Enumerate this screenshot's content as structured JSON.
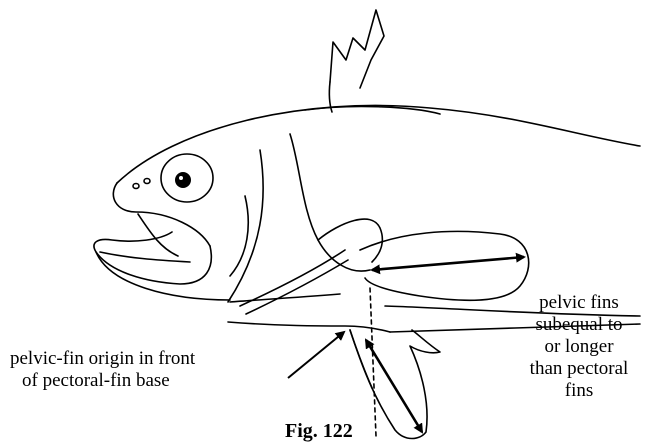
{
  "labels": {
    "pelvic_fins_line1": "pelvic fins",
    "pelvic_fins_line2": "subequal to",
    "pelvic_fins_line3": "or longer",
    "pelvic_fins_line4": "than pectoral",
    "pelvic_fins_line5": "fins",
    "origin_line1": "pelvic-fin origin in front",
    "origin_line2": "of pectoral-fin base"
  },
  "caption": "Fig. 122",
  "colors": {
    "ink": "#000000",
    "background": "#ffffff"
  }
}
